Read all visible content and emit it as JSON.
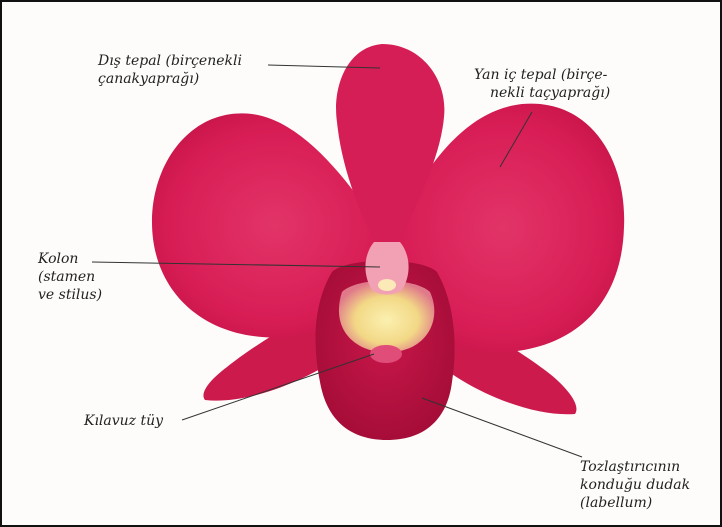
{
  "diagram": {
    "subject": "orchid-flower",
    "colors": {
      "petal": "#d81d55",
      "petal_dark": "#b0103e",
      "labellum": "#b8103c",
      "column": "#f2a0b4",
      "throat": "#f5e28c",
      "leader_line": "#333333",
      "frame": "#111111"
    },
    "labels": {
      "dorsal_sepal": [
        "Dış tepal (birçenekli",
        "çanakyaprağı)"
      ],
      "lateral_petal": [
        "Yan iç tepal (birçe-",
        "nekli taçyaprağı)"
      ],
      "column": [
        "Kolon",
        "(stamen",
        "ve stilus)"
      ],
      "guide_callus": [
        "Kılavuz tüy"
      ],
      "labellum": [
        "Tozlaştırıcının",
        "konduğu dudak",
        "(labellum)"
      ]
    }
  }
}
